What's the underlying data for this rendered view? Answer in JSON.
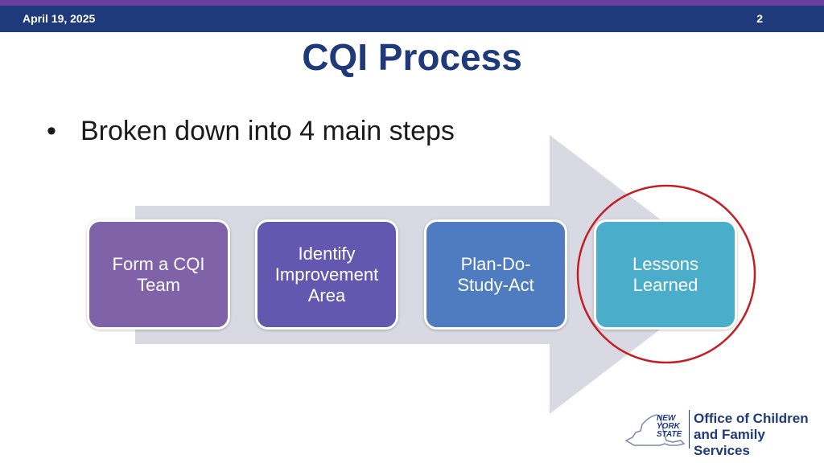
{
  "header": {
    "date": "April 19, 2025",
    "page_number": "2"
  },
  "slide": {
    "title": "CQI Process",
    "bullet": "Broken down into 4 main steps",
    "steps": [
      {
        "label": "Form a CQI\nTeam",
        "color": "#8062a8"
      },
      {
        "label": "Identify\nImprovement\nArea",
        "color": "#6357b0"
      },
      {
        "label": "Plan-Do-\nStudy-Act",
        "color": "#4f7cc0"
      },
      {
        "label": "Lessons\nLearned",
        "color": "#4aadc9"
      }
    ],
    "arrow_color": "#d9d9e3",
    "highlight_color": "#c41e24"
  },
  "logo": {
    "state_mark": "NEW\nYORK\nSTATE",
    "agency": "Office of Children\nand Family Services"
  }
}
